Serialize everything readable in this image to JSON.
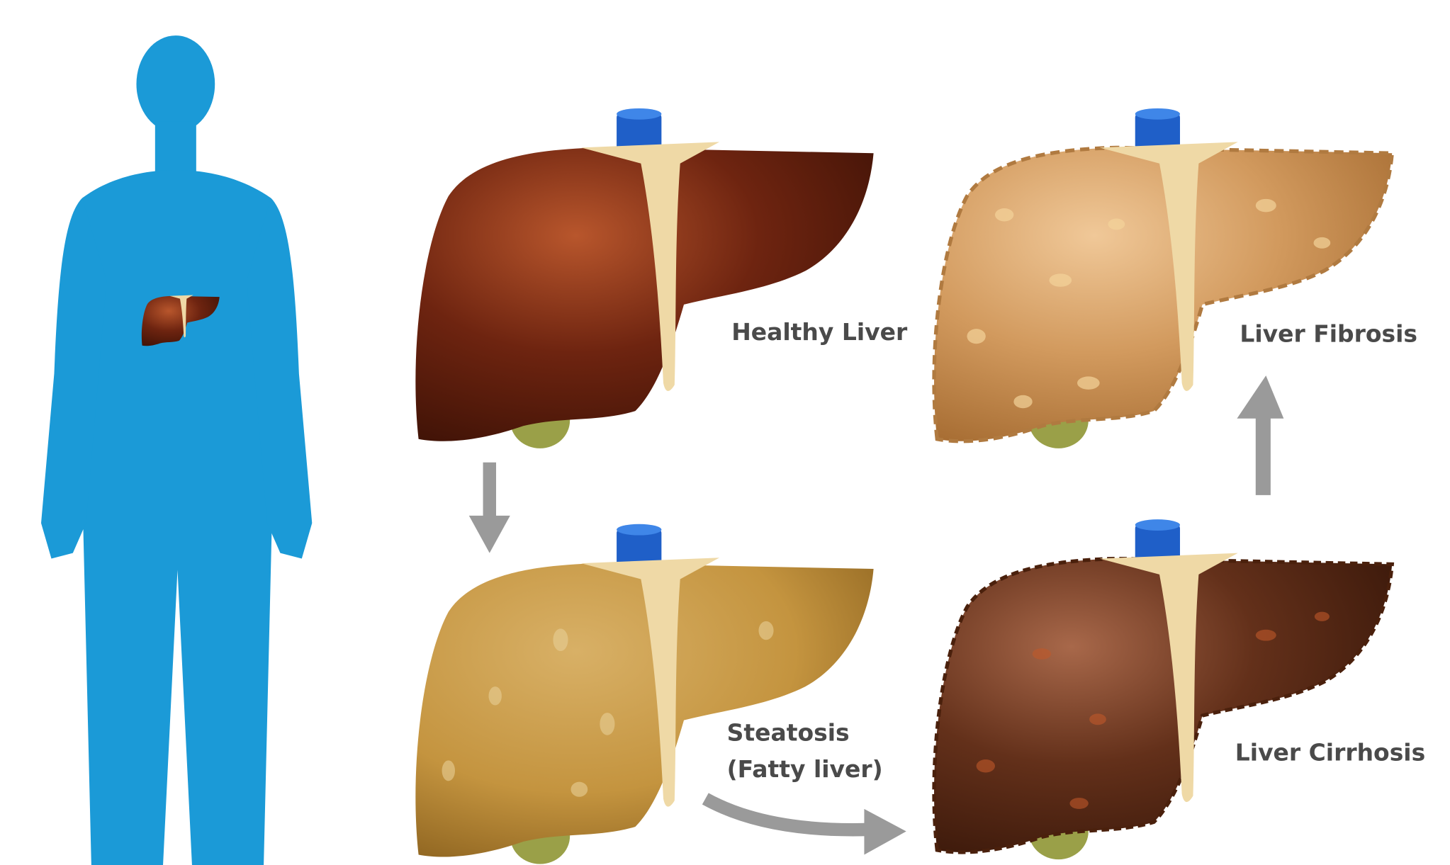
{
  "labels": {
    "healthy": "Healthy Liver",
    "fibrosis": "Liver Fibrosis",
    "steatosis_line1": "Steatosis",
    "steatosis_line2": "(Fatty liver)",
    "cirrhosis": "Liver Cirrhosis"
  },
  "colors": {
    "body": "#1b9ad7",
    "healthy": "#6e2410",
    "fatty": "#c4943f",
    "fibrosis": "#d29a5e",
    "cirrhosis": "#63301a",
    "arrow": "#9a9a9a",
    "vein": "#1f5fc8",
    "gallbladder": "#9aa048"
  }
}
